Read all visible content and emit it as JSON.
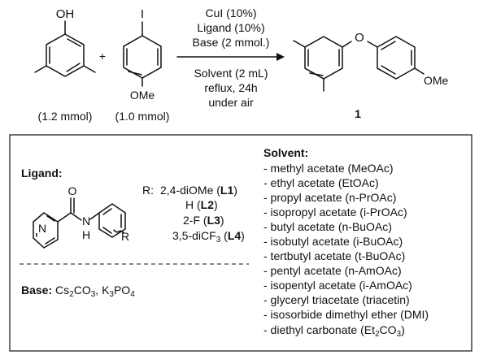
{
  "reaction": {
    "reactant1": {
      "substituent": "OH",
      "amount": "(1.2 mmol)"
    },
    "plus": "+",
    "reactant2": {
      "top_atom": "I",
      "bottom_group": "OMe",
      "amount": "(1.0 mmol)"
    },
    "above_arrow": [
      "CuI (10%)",
      "Ligand (10%)",
      "Base (2 mmol.)"
    ],
    "below_arrow": [
      "Solvent (2 mL)",
      "reflux, 24h",
      "under air"
    ],
    "product": {
      "bridge_atom": "O",
      "end_group": "OMe",
      "label": "1"
    }
  },
  "box": {
    "ligand_title": "Ligand:",
    "structure_atoms": {
      "ring_n": "N",
      "carbonyl_o": "O",
      "amide_nh": "H",
      "amide_n": "N",
      "r_group": "R"
    },
    "r_prefix": "R:",
    "r_groups": [
      {
        "text": "2,4-diOMe (",
        "code": "L1",
        "close": ")"
      },
      {
        "text": "H (",
        "code": "L2",
        "close": ")"
      },
      {
        "text": "2-F (",
        "code": "L3",
        "close": ")"
      },
      {
        "text": "3,5-diCF",
        "sub": "3",
        "tail": " (",
        "code": "L4",
        "close": ")"
      }
    ],
    "base_title": "Base:",
    "base": {
      "a": "Cs",
      "a_sub1": "2",
      "b": "CO",
      "b_sub": "3",
      "sep": ", ",
      "c": "K",
      "c_sub": "3",
      "d": "PO",
      "d_sub": "4"
    },
    "solvent_title": "Solvent:",
    "solvents": [
      "- methyl acetate (MeOAc)",
      "- ethyl acetate (EtOAc)",
      "- propyl acetate (n-PrOAc)",
      "- isopropyl acetate (i-PrOAc)",
      "- butyl acetate (n-BuOAc)",
      "- isobutyl acetate (i-BuOAc)",
      "- tertbutyl acetate (t-BuOAc)",
      "- pentyl acetate (n-AmOAc)",
      "- isopentyl acetate (i-AmOAc)",
      "- glyceryl triacetate (triacetin)",
      "- isosorbide dimethyl ether (DMI)"
    ],
    "last_solvent": {
      "pre": "- diethyl carbonate (Et",
      "sub": "2",
      "mid": "CO",
      "sub2": "3",
      "post": ")"
    }
  }
}
